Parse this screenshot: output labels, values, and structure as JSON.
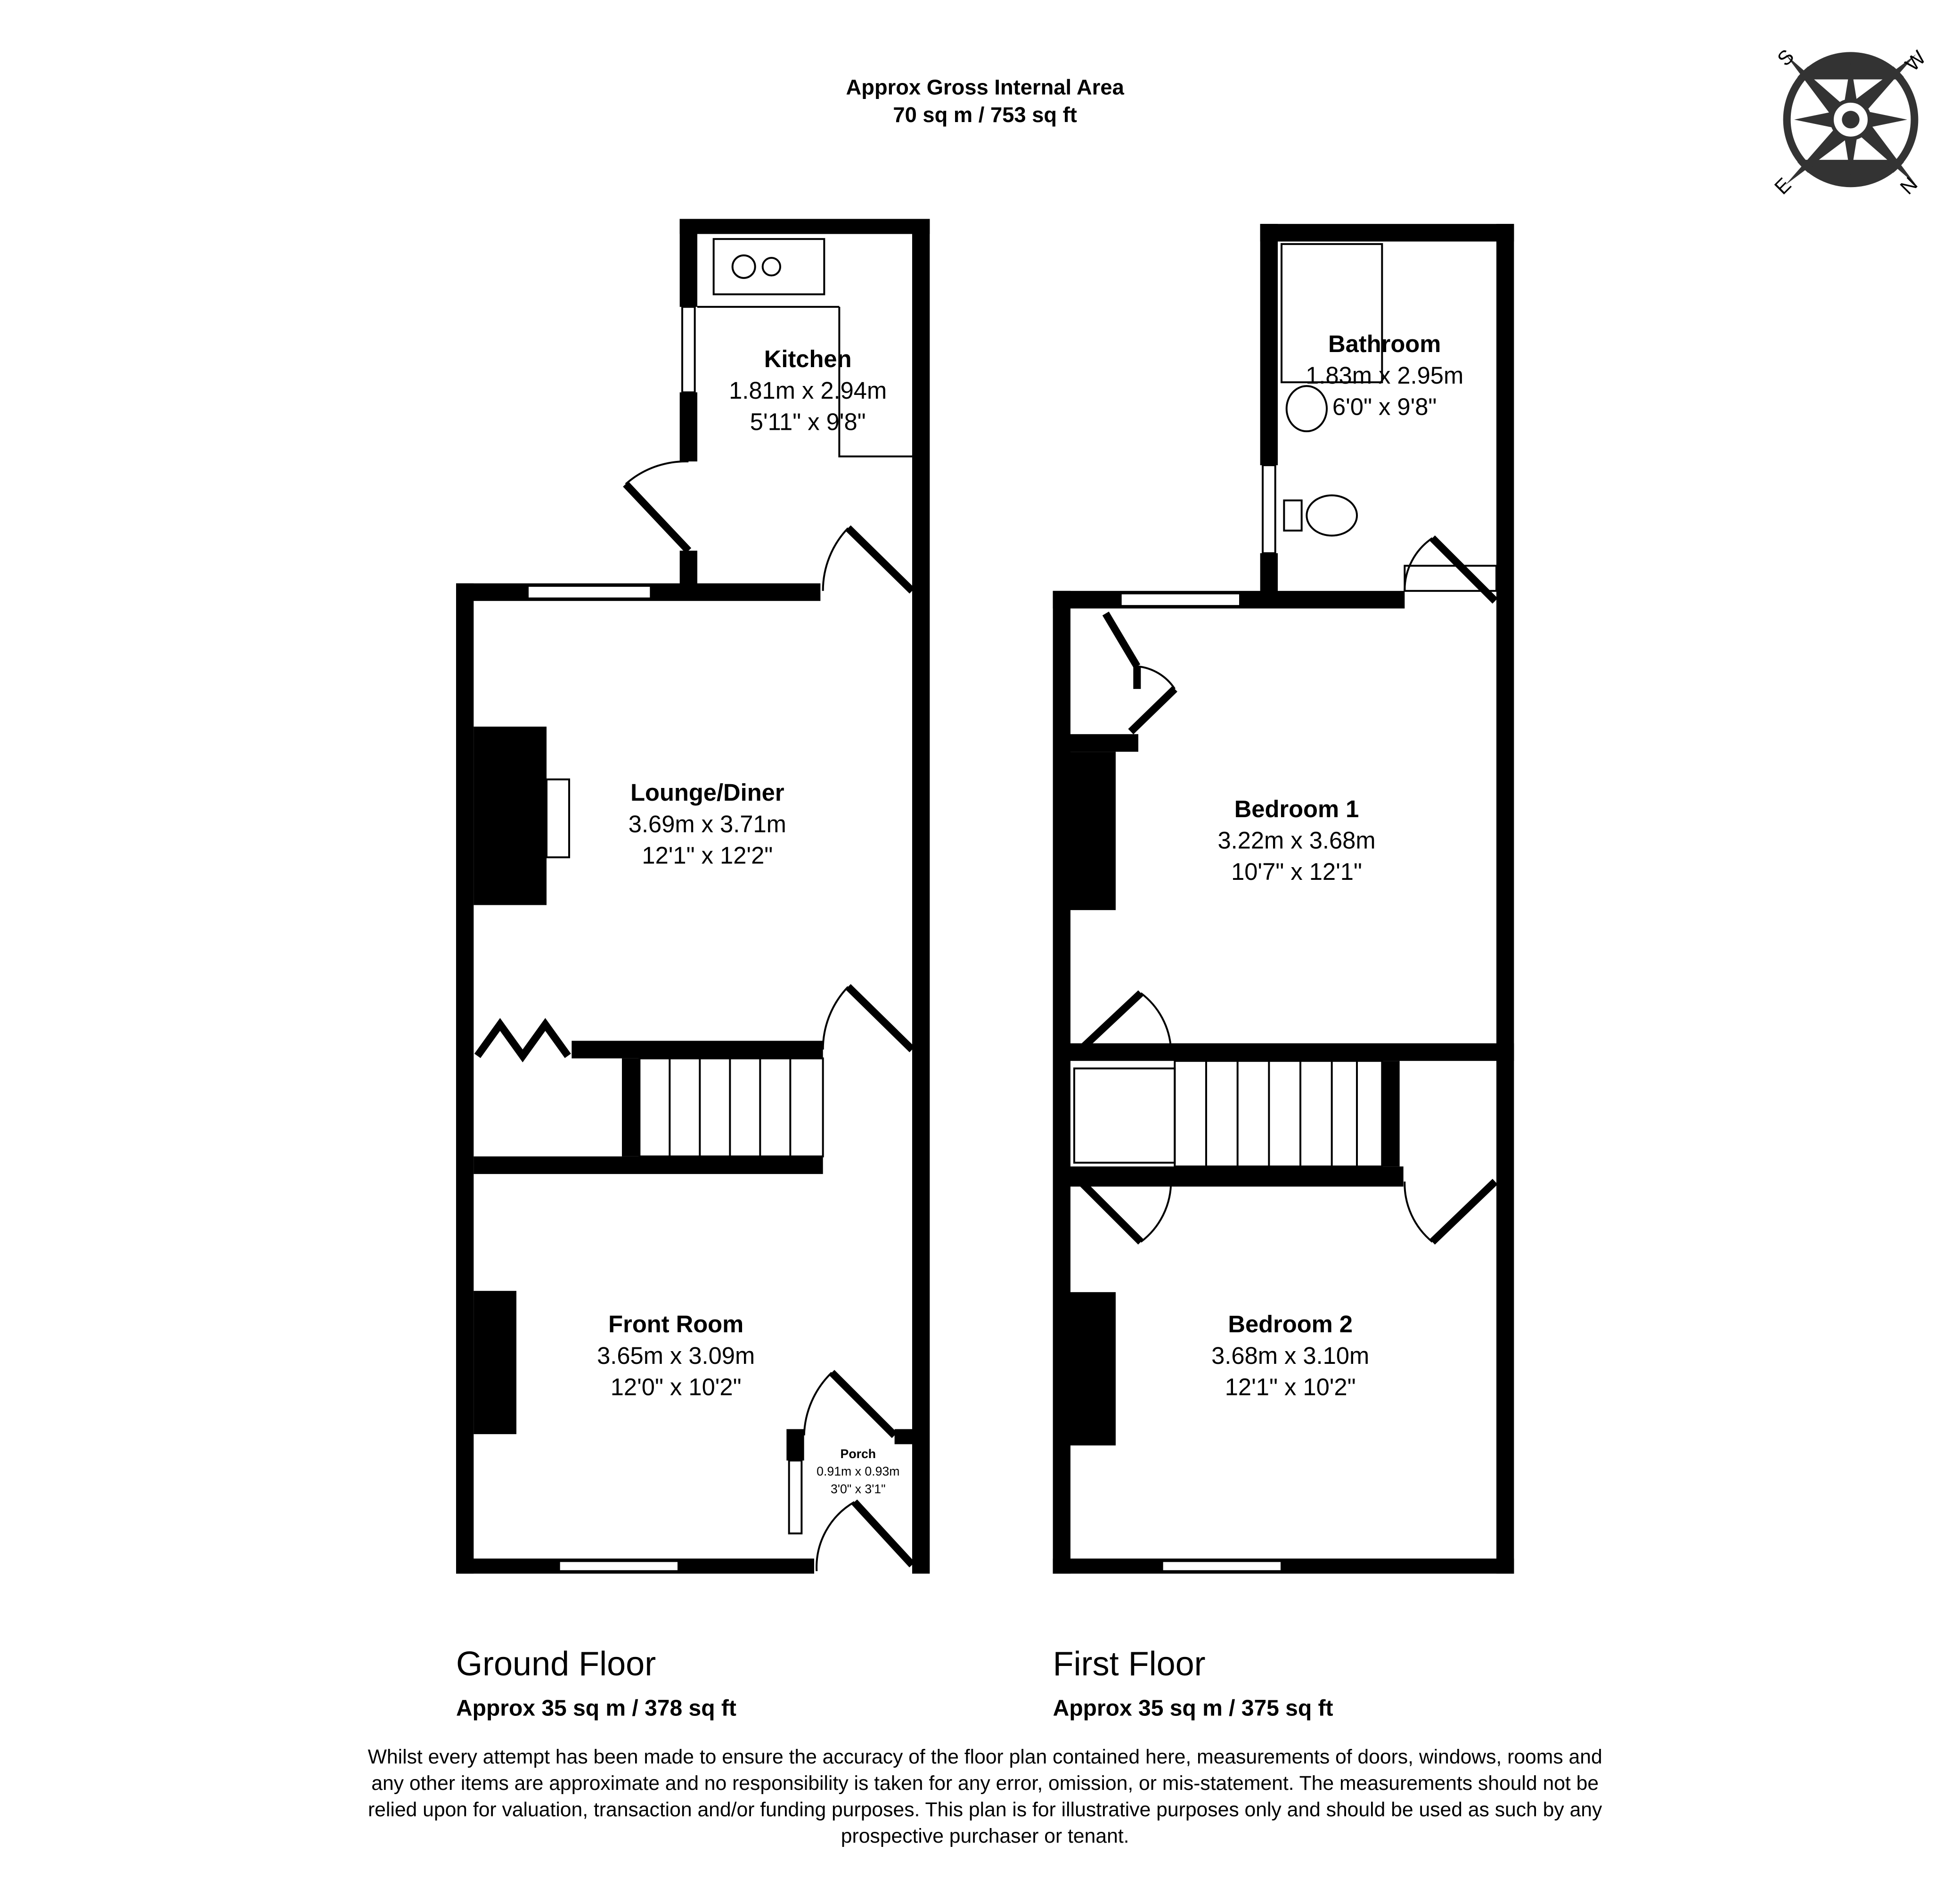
{
  "header": {
    "title": "Approx Gross Internal Area",
    "total": "70 sq m / 753 sq ft"
  },
  "compass": {
    "labels": [
      "S",
      "W",
      "N",
      "E"
    ],
    "color": "#333333"
  },
  "ground_floor": {
    "name": "Ground Floor",
    "area": "Approx 35 sq m / 378 sq ft",
    "rooms": [
      {
        "name": "Kitchen",
        "metric": "1.81m x 2.94m",
        "imperial": "5'11\" x 9'8\""
      },
      {
        "name": "Lounge/Diner",
        "metric": "3.69m x 3.71m",
        "imperial": "12'1\" x 12'2\""
      },
      {
        "name": "Front Room",
        "metric": "3.65m x 3.09m",
        "imperial": "12'0\" x 10'2\""
      },
      {
        "name": "Porch",
        "metric": "0.91m x 0.93m",
        "imperial": "3'0\" x 3'1\""
      }
    ]
  },
  "first_floor": {
    "name": "First Floor",
    "area": "Approx 35 sq m / 375 sq ft",
    "rooms": [
      {
        "name": "Bathroom",
        "metric": "1.83m x 2.95m",
        "imperial": "6'0\" x 9'8\""
      },
      {
        "name": "Bedroom 1",
        "metric": "3.22m x 3.68m",
        "imperial": "10'7\" x 12'1\""
      },
      {
        "name": "Bedroom 2",
        "metric": "3.68m x 3.10m",
        "imperial": "12'1\" x 10'2\""
      }
    ]
  },
  "disclaimer": [
    "Whilst every attempt has been made to ensure the accuracy of the floor plan contained here, measurements of doors, windows, rooms and",
    "any other items are approximate and no responsibility is taken for any error, omission, or mis-statement. The measurements should not be",
    "relied upon for valuation, transaction and/or funding purposes. This plan is for illustrative purposes only and should be used as such by any",
    "prospective purchaser or tenant."
  ]
}
